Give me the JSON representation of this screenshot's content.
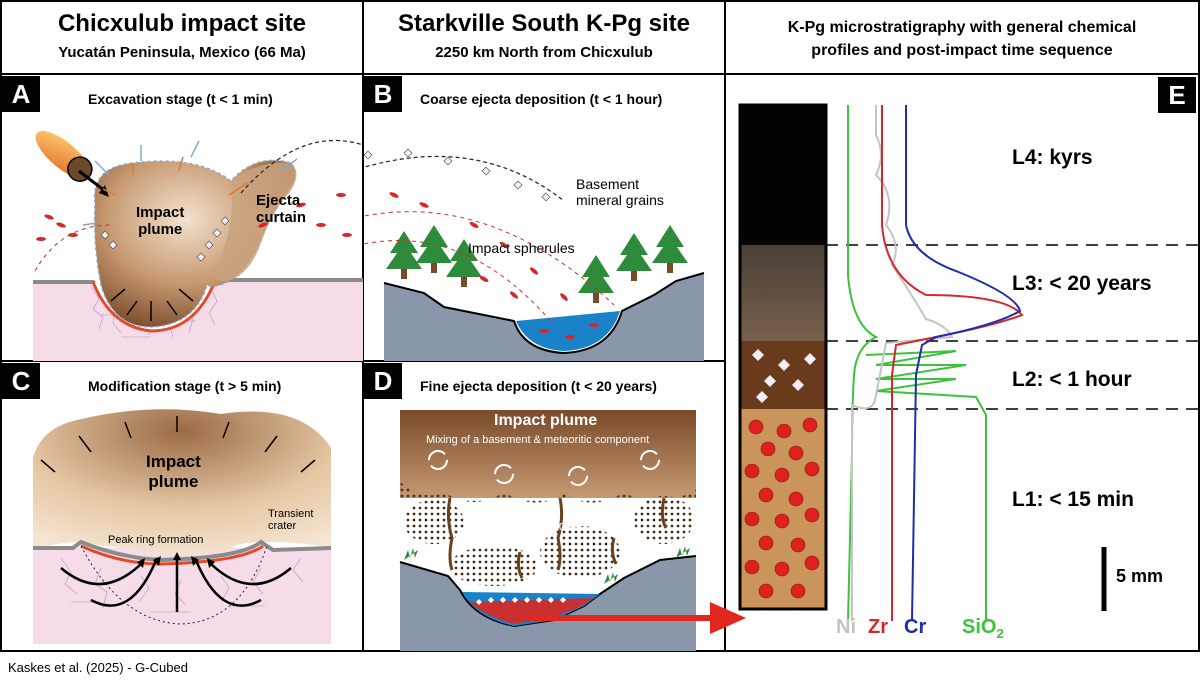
{
  "columns": {
    "left": {
      "title": "Chicxulub impact site",
      "subtitle": "Yucatán Peninsula, Mexico (66 Ma)"
    },
    "middle": {
      "title": "Starkville South K-Pg site",
      "subtitle": "2250 km North from Chicxulub"
    },
    "right": {
      "title": "K-Pg microstratigraphy with general chemical",
      "subtitle": "profiles and post-impact time sequence"
    }
  },
  "panels": {
    "A": {
      "letter": "A",
      "title": "Excavation stage (t < 1 min)",
      "labels": {
        "plume": "Impact\nplume",
        "curtain": "Ejecta\ncurtain"
      }
    },
    "B": {
      "letter": "B",
      "title": "Coarse ejecta deposition (t < 1 hour)",
      "labels": {
        "basement": "Basement\nmineral grains",
        "spherules": "Impact spherules"
      }
    },
    "C": {
      "letter": "C",
      "title": "Modification stage (t > 5 min)",
      "labels": {
        "plume": "Impact\nplume",
        "peak_ring": "Peak ring formation",
        "transient": "Transient\ncrater"
      }
    },
    "D": {
      "letter": "D",
      "title": "Fine ejecta deposition (t < 20 years)",
      "labels": {
        "plume": "Impact plume",
        "mixing": "Mixing of a basement & meteoritic component",
        "dust": "Fine-grained dust"
      }
    },
    "E": {
      "letter": "E",
      "layers": [
        "L4: kyrs",
        "L3: < 20 years",
        "L2: < 1 hour",
        "L1: < 15 min"
      ],
      "scale": "5 mm",
      "elements": [
        {
          "name": "Ni",
          "color": "#c4c4c4"
        },
        {
          "name": "Zr",
          "color": "#d62828"
        },
        {
          "name": "Cr",
          "color": "#1d2ea8"
        },
        {
          "name": "SiO2",
          "color": "#3cc23c"
        }
      ]
    }
  },
  "citation": "Kaskes et al. (2025) - G-Cubed"
}
